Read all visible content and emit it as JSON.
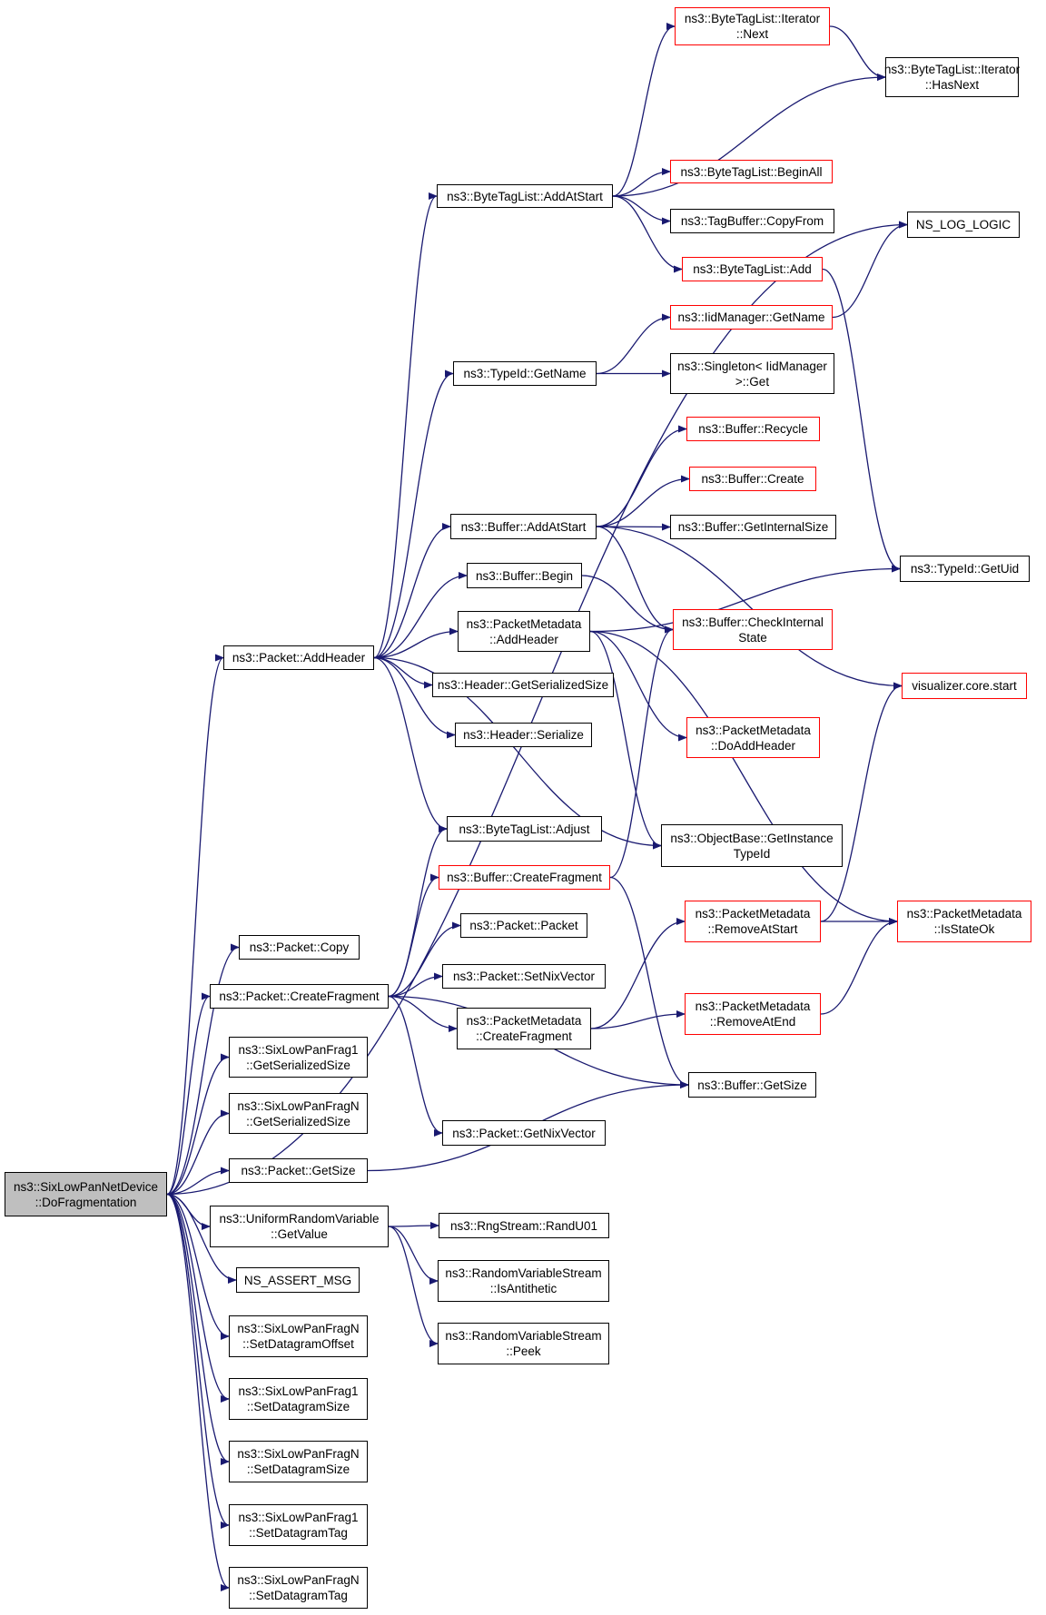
{
  "colors": {
    "edge": "#191970",
    "border": "#000000",
    "border_red": "#ff0000",
    "root_fill": "#bfbfbf"
  },
  "root": {
    "id": "root",
    "lines": [
      "ns3::SixLowPanNetDevice",
      "::DoFragmentation"
    ]
  },
  "nodes": [
    {
      "id": "btl_next",
      "lines": [
        "ns3::ByteTagList::Iterator",
        "::Next"
      ],
      "red": true
    },
    {
      "id": "btl_hasnext",
      "lines": [
        "ns3::ByteTagList::Iterator",
        "::HasNext"
      ]
    },
    {
      "id": "btl_beginall",
      "lines": [
        "ns3::ByteTagList::BeginAll"
      ],
      "red": true
    },
    {
      "id": "btl_addatstart",
      "lines": [
        "ns3::ByteTagList::AddAtStart"
      ]
    },
    {
      "id": "tagbuf_copyfrom",
      "lines": [
        "ns3::TagBuffer::CopyFrom"
      ]
    },
    {
      "id": "ns_log_logic",
      "lines": [
        "NS_LOG_LOGIC"
      ]
    },
    {
      "id": "btl_add",
      "lines": [
        "ns3::ByteTagList::Add"
      ],
      "red": true
    },
    {
      "id": "iid_getname",
      "lines": [
        "ns3::IidManager::GetName"
      ],
      "red": true
    },
    {
      "id": "typeid_getname",
      "lines": [
        "ns3::TypeId::GetName"
      ]
    },
    {
      "id": "singleton_get",
      "lines": [
        "ns3::Singleton< IidManager",
        ">::Get"
      ]
    },
    {
      "id": "buf_recycle",
      "lines": [
        "ns3::Buffer::Recycle"
      ],
      "red": true
    },
    {
      "id": "buf_create",
      "lines": [
        "ns3::Buffer::Create"
      ],
      "red": true
    },
    {
      "id": "buf_addatstart",
      "lines": [
        "ns3::Buffer::AddAtStart"
      ]
    },
    {
      "id": "buf_getinternalsize",
      "lines": [
        "ns3::Buffer::GetInternalSize"
      ]
    },
    {
      "id": "typeid_getuid",
      "lines": [
        "ns3::TypeId::GetUid"
      ]
    },
    {
      "id": "buf_begin",
      "lines": [
        "ns3::Buffer::Begin"
      ]
    },
    {
      "id": "buf_checkinternal",
      "lines": [
        "ns3::Buffer::CheckInternal",
        "State"
      ],
      "red": true
    },
    {
      "id": "pm_addheader",
      "lines": [
        "ns3::PacketMetadata",
        "::AddHeader"
      ]
    },
    {
      "id": "pkt_addheader",
      "lines": [
        "ns3::Packet::AddHeader"
      ]
    },
    {
      "id": "visualizer_start",
      "lines": [
        "visualizer.core.start"
      ],
      "red": true
    },
    {
      "id": "hdr_getserializedsize",
      "lines": [
        "ns3::Header::GetSerializedSize"
      ]
    },
    {
      "id": "pm_doaddheader",
      "lines": [
        "ns3::PacketMetadata",
        "::DoAddHeader"
      ],
      "red": true
    },
    {
      "id": "hdr_serialize",
      "lines": [
        "ns3::Header::Serialize"
      ]
    },
    {
      "id": "btl_adjust",
      "lines": [
        "ns3::ByteTagList::Adjust"
      ]
    },
    {
      "id": "ob_getinstancetypeid",
      "lines": [
        "ns3::ObjectBase::GetInstance",
        "TypeId"
      ]
    },
    {
      "id": "buf_createfragment",
      "lines": [
        "ns3::Buffer::CreateFragment"
      ],
      "red": true
    },
    {
      "id": "pm_removeatstart",
      "lines": [
        "ns3::PacketMetadata",
        "::RemoveAtStart"
      ],
      "red": true
    },
    {
      "id": "pm_isstateok",
      "lines": [
        "ns3::PacketMetadata",
        "::IsStateOk"
      ],
      "red": true
    },
    {
      "id": "pkt_copy",
      "lines": [
        "ns3::Packet::Copy"
      ]
    },
    {
      "id": "pkt_packet",
      "lines": [
        "ns3::Packet::Packet"
      ]
    },
    {
      "id": "pkt_createfragment",
      "lines": [
        "ns3::Packet::CreateFragment"
      ]
    },
    {
      "id": "pkt_setnixvector",
      "lines": [
        "ns3::Packet::SetNixVector"
      ]
    },
    {
      "id": "pm_createfragment",
      "lines": [
        "ns3::PacketMetadata",
        "::CreateFragment"
      ]
    },
    {
      "id": "pm_removeatend",
      "lines": [
        "ns3::PacketMetadata",
        "::RemoveAtEnd"
      ],
      "red": true
    },
    {
      "id": "frag1_getserializedsize",
      "lines": [
        "ns3::SixLowPanFrag1",
        "::GetSerializedSize"
      ]
    },
    {
      "id": "buf_getsize",
      "lines": [
        "ns3::Buffer::GetSize"
      ]
    },
    {
      "id": "fragn_getserializedsize",
      "lines": [
        "ns3::SixLowPanFragN",
        "::GetSerializedSize"
      ]
    },
    {
      "id": "pkt_getnixvector",
      "lines": [
        "ns3::Packet::GetNixVector"
      ]
    },
    {
      "id": "pkt_getsize",
      "lines": [
        "ns3::Packet::GetSize"
      ]
    },
    {
      "id": "urv_getvalue",
      "lines": [
        "ns3::UniformRandomVariable",
        "::GetValue"
      ]
    },
    {
      "id": "rng_randu01",
      "lines": [
        "ns3::RngStream::RandU01"
      ]
    },
    {
      "id": "ns_assert_msg",
      "lines": [
        "NS_ASSERT_MSG"
      ]
    },
    {
      "id": "rvs_isantithetic",
      "lines": [
        "ns3::RandomVariableStream",
        "::IsAntithetic"
      ]
    },
    {
      "id": "fragn_setdatagramoffset",
      "lines": [
        "ns3::SixLowPanFragN",
        "::SetDatagramOffset"
      ]
    },
    {
      "id": "rvs_peek",
      "lines": [
        "ns3::RandomVariableStream",
        "::Peek"
      ]
    },
    {
      "id": "frag1_setdatagramsize",
      "lines": [
        "ns3::SixLowPanFrag1",
        "::SetDatagramSize"
      ]
    },
    {
      "id": "fragn_setdatagramsize",
      "lines": [
        "ns3::SixLowPanFragN",
        "::SetDatagramSize"
      ]
    },
    {
      "id": "frag1_setdatagramtag",
      "lines": [
        "ns3::SixLowPanFrag1",
        "::SetDatagramTag"
      ]
    },
    {
      "id": "fragn_setdatagramtag",
      "lines": [
        "ns3::SixLowPanFragN",
        "::SetDatagramTag"
      ]
    }
  ],
  "edges": [
    [
      "root",
      "ns_log_logic"
    ],
    [
      "root",
      "pkt_addheader"
    ],
    [
      "root",
      "pkt_copy"
    ],
    [
      "root",
      "pkt_createfragment"
    ],
    [
      "root",
      "frag1_getserializedsize"
    ],
    [
      "root",
      "fragn_getserializedsize"
    ],
    [
      "root",
      "pkt_getsize"
    ],
    [
      "root",
      "urv_getvalue"
    ],
    [
      "root",
      "ns_assert_msg"
    ],
    [
      "root",
      "fragn_setdatagramoffset"
    ],
    [
      "root",
      "frag1_setdatagramsize"
    ],
    [
      "root",
      "fragn_setdatagramsize"
    ],
    [
      "root",
      "frag1_setdatagramtag"
    ],
    [
      "root",
      "fragn_setdatagramtag"
    ],
    [
      "pkt_addheader",
      "btl_addatstart"
    ],
    [
      "pkt_addheader",
      "typeid_getname"
    ],
    [
      "pkt_addheader",
      "buf_addatstart"
    ],
    [
      "pkt_addheader",
      "buf_begin"
    ],
    [
      "pkt_addheader",
      "pm_addheader"
    ],
    [
      "pkt_addheader",
      "hdr_getserializedsize"
    ],
    [
      "pkt_addheader",
      "hdr_serialize"
    ],
    [
      "pkt_addheader",
      "btl_adjust"
    ],
    [
      "pkt_addheader",
      "ob_getinstancetypeid"
    ],
    [
      "btl_addatstart",
      "btl_next"
    ],
    [
      "btl_addatstart",
      "btl_hasnext"
    ],
    [
      "btl_addatstart",
      "btl_beginall"
    ],
    [
      "btl_addatstart",
      "tagbuf_copyfrom"
    ],
    [
      "btl_addatstart",
      "btl_add"
    ],
    [
      "btl_next",
      "btl_hasnext"
    ],
    [
      "btl_add",
      "typeid_getuid"
    ],
    [
      "typeid_getname",
      "iid_getname"
    ],
    [
      "typeid_getname",
      "singleton_get"
    ],
    [
      "iid_getname",
      "ns_log_logic"
    ],
    [
      "buf_addatstart",
      "buf_recycle"
    ],
    [
      "buf_addatstart",
      "buf_create"
    ],
    [
      "buf_addatstart",
      "buf_getinternalsize"
    ],
    [
      "buf_addatstart",
      "buf_checkinternal"
    ],
    [
      "buf_addatstart",
      "visualizer_start"
    ],
    [
      "buf_begin",
      "buf_checkinternal"
    ],
    [
      "pm_addheader",
      "typeid_getuid"
    ],
    [
      "pm_addheader",
      "pm_doaddheader"
    ],
    [
      "pm_addheader",
      "ob_getinstancetypeid"
    ],
    [
      "pm_addheader",
      "pm_isstateok"
    ],
    [
      "pkt_createfragment",
      "btl_adjust"
    ],
    [
      "pkt_createfragment",
      "buf_createfragment"
    ],
    [
      "pkt_createfragment",
      "pkt_packet"
    ],
    [
      "pkt_createfragment",
      "pkt_setnixvector"
    ],
    [
      "pkt_createfragment",
      "pm_createfragment"
    ],
    [
      "pkt_createfragment",
      "buf_getsize"
    ],
    [
      "pkt_createfragment",
      "pkt_getnixvector"
    ],
    [
      "buf_createfragment",
      "buf_checkinternal"
    ],
    [
      "buf_createfragment",
      "buf_getsize"
    ],
    [
      "pm_createfragment",
      "pm_removeatstart"
    ],
    [
      "pm_createfragment",
      "pm_removeatend"
    ],
    [
      "pm_removeatstart",
      "pm_isstateok"
    ],
    [
      "pm_removeatstart",
      "visualizer_start"
    ],
    [
      "pm_removeatend",
      "pm_isstateok"
    ],
    [
      "pkt_getsize",
      "buf_getsize"
    ],
    [
      "urv_getvalue",
      "rng_randu01"
    ],
    [
      "urv_getvalue",
      "rvs_isantithetic"
    ],
    [
      "urv_getvalue",
      "rvs_peek"
    ]
  ]
}
